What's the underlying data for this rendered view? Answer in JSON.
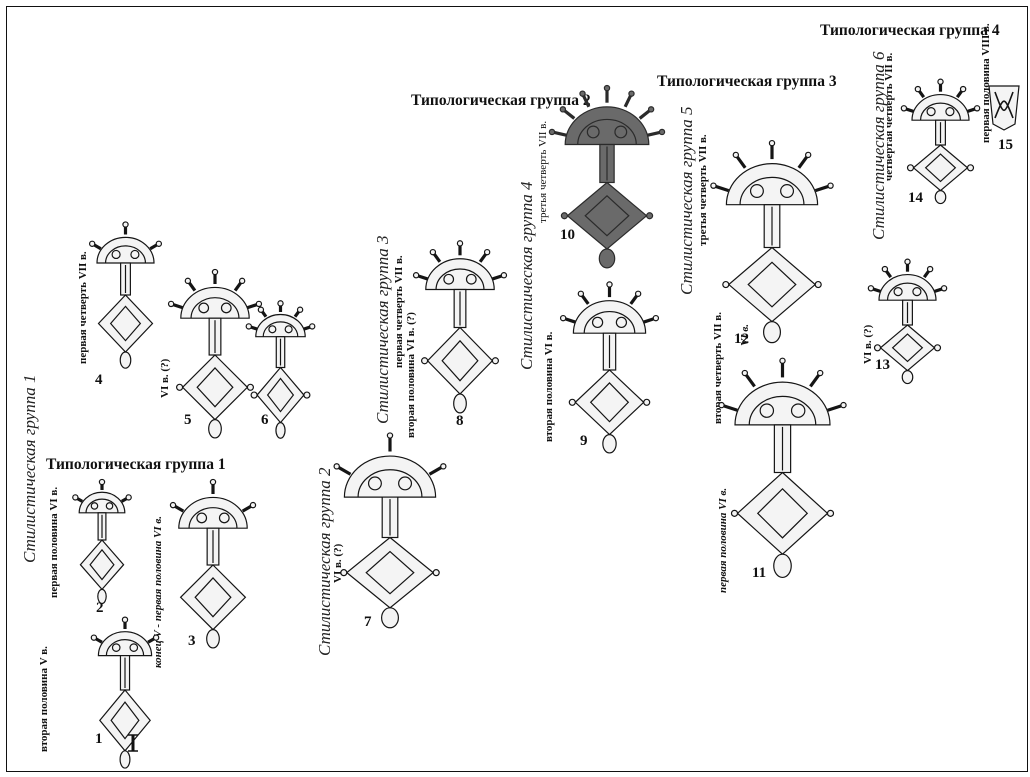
{
  "typological_groups": [
    {
      "label": "Типологическая группа 1"
    },
    {
      "label": "Типологическая группа 2"
    },
    {
      "label": "Типологическая группа 3"
    },
    {
      "label": "Типологическая группа 4"
    }
  ],
  "stylistic_groups": [
    {
      "label": "Стилистическая группа 1"
    },
    {
      "label": "Стилистическая группа 2"
    },
    {
      "label": "Стилистическая группа 3"
    },
    {
      "label": "Стилистическая группа 4"
    },
    {
      "label": "Стилистическая группа 5"
    },
    {
      "label": "Стилистическая группа 6"
    }
  ],
  "items": [
    {
      "number": "1",
      "date": "вторая половина V в."
    },
    {
      "number": "2",
      "date": "первая половина VI в."
    },
    {
      "number": "3",
      "date": "конец V - первая половина VI в."
    },
    {
      "number": "4",
      "date": "первая четверть VII в."
    },
    {
      "number": "5",
      "date": "VI в. (?)"
    },
    {
      "number": "6",
      "date": ""
    },
    {
      "number": "7",
      "date": "VI в. (?)"
    },
    {
      "number": "8",
      "date": "вторая половина VI в. (?)"
    },
    {
      "number": "9",
      "date": "вторая половина VI в."
    },
    {
      "number": "10",
      "date": "третья четверть VII в."
    },
    {
      "number": "11",
      "date": "первая половина VI в."
    },
    {
      "number": "12",
      "date": "VI в."
    },
    {
      "number": "13",
      "date": "VI в. (?)"
    },
    {
      "number": "14",
      "date": "четвертая четверть VII в."
    },
    {
      "number": "15",
      "date": "первая половина VIII в."
    }
  ],
  "extra_dates": {
    "group3_date": "первая четверть VII в.",
    "group5_date1": "третья четверть VII в.",
    "group5_date2": "вторая четверть VII в."
  },
  "colors": {
    "ink": "#111111",
    "paper": "#ffffff",
    "photo": "#5a5a5a"
  }
}
